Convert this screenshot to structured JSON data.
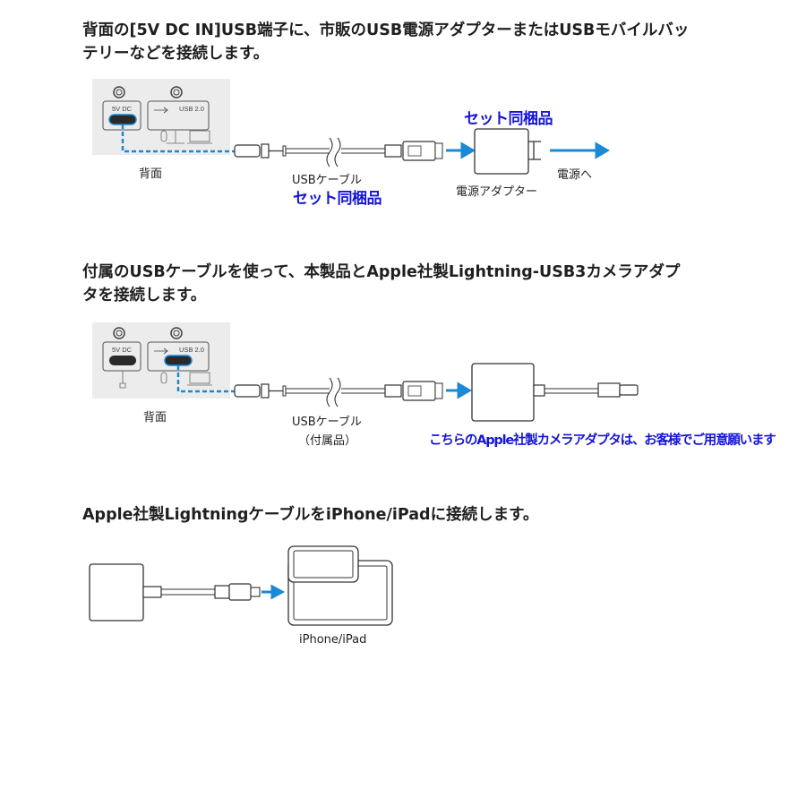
{
  "section1": {
    "heading_line1": "背面の[5V DC IN]USB端子に、市販のUSB電源アダプターまたはUSBモバイルバッ",
    "heading_line2": "テリーなどを接続します。",
    "port_left_label": "5V DC",
    "port_right_label": "USB 2.0",
    "rear_label": "背面",
    "cable_label": "USBケーブル",
    "cable_note": "セット同梱品",
    "adapter_note": "セット同梱品",
    "adapter_label": "電源アダプター",
    "to_power_label": "電源へ"
  },
  "section2": {
    "heading_line1": "付属のUSBケーブルを使って、本製品とApple社製Lightning-USB3カメラアダプ",
    "heading_line2": "タを接続します。",
    "port_left_label": "5V DC",
    "port_right_label": "USB 2.0",
    "rear_label": "背面",
    "cable_label": "USBケーブル",
    "cable_sub_label": "（付属品）",
    "adapter_note": "こちらのApple社製カメラアダプタは、お客様でご用意願います"
  },
  "section3": {
    "heading": "Apple社製LightningケーブルをiPhone/iPadに接続します。",
    "device_label": "iPhone/iPad"
  },
  "colors": {
    "accent_blue": "#1a8ad6",
    "note_blue": "#1515d6",
    "panel_gray": "#ececec"
  }
}
